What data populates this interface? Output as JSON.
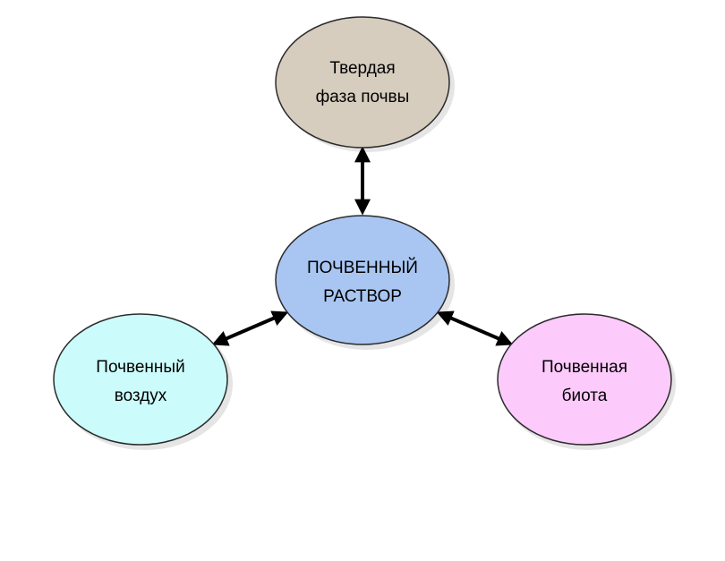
{
  "nodes": {
    "solid": {
      "line1": "Твердая",
      "line2": "фаза почвы",
      "fill": "#d6cdbf"
    },
    "solution": {
      "line1": "ПОЧВЕННЫЙ",
      "line2": "РАСТВОР",
      "fill": "#a9c6f2"
    },
    "air": {
      "line1": "Почвенный",
      "line2": "воздух",
      "fill": "#ccfbfb"
    },
    "biota": {
      "line1": "Почвенная",
      "line2": "биота",
      "fill": "#fccafb"
    }
  },
  "colors": {
    "outline": "#2b2b2b",
    "arrow": "#000000",
    "shadow": "#e5e5e5"
  }
}
